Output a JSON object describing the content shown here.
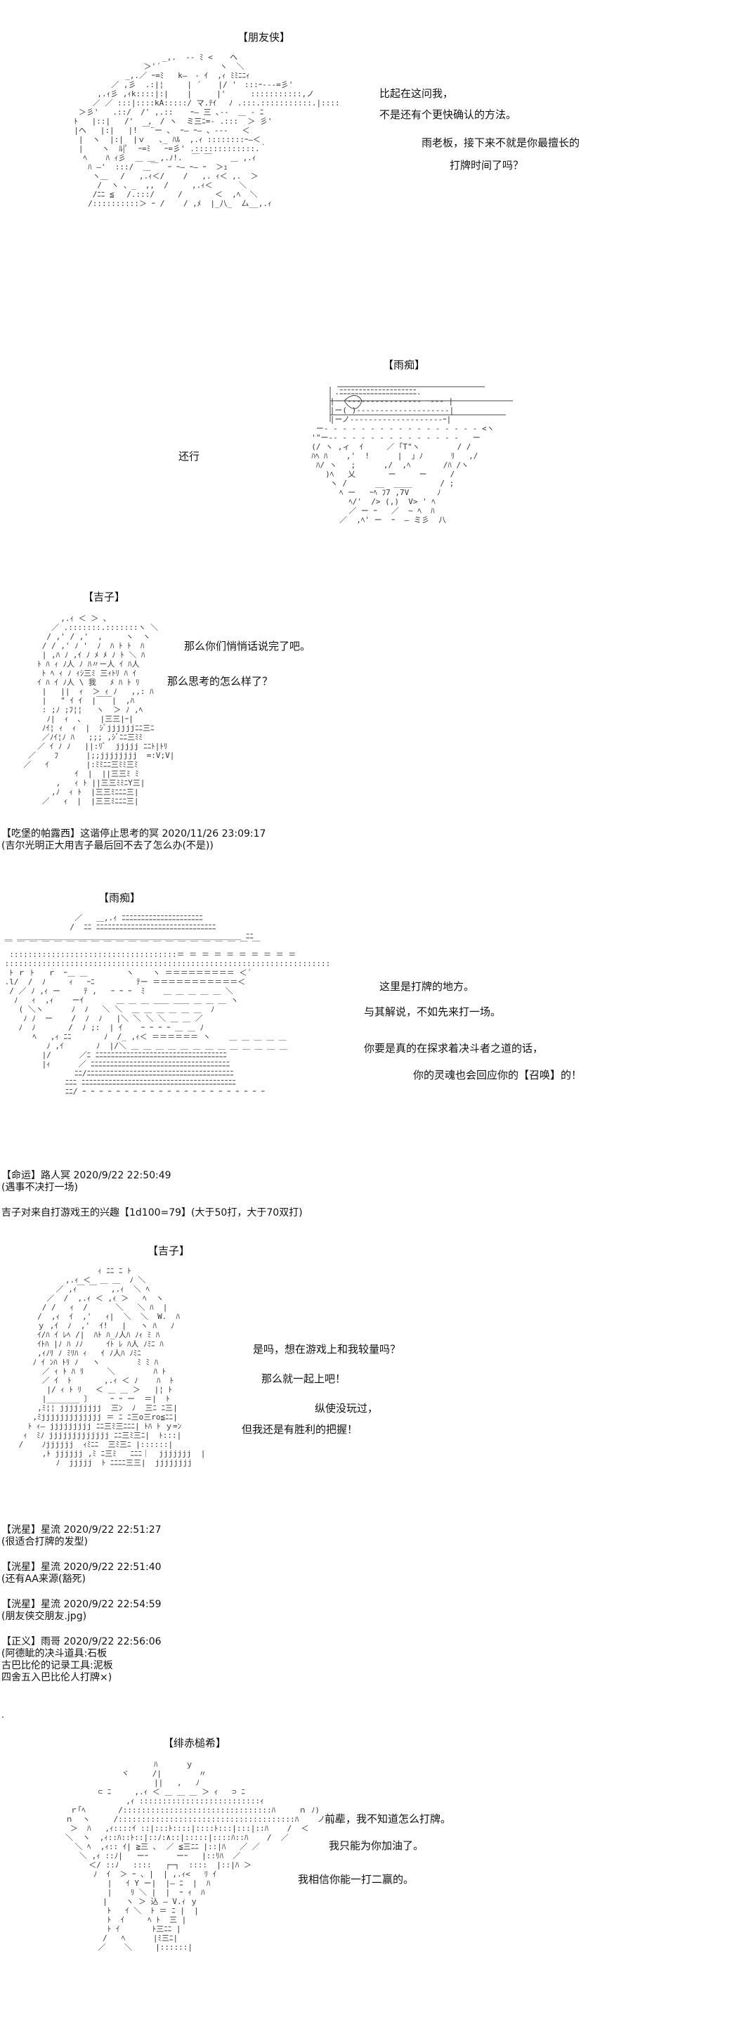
{
  "panels": [
    {
      "name": "【朋友侠】",
      "lines": [
        "比起在这问我，",
        "不是还有个更快确认的方法。",
        "雨老板，接下来不就是你最擅长的",
        "打牌时间了吗？"
      ]
    },
    {
      "name": "【雨痴】",
      "lines": [
        "还行"
      ]
    },
    {
      "name": "【吉子】",
      "lines": [
        "那么你们悄悄话说完了吧。",
        "那么思考的怎么样了？"
      ],
      "log": [
        "【吃堡的帕露西】这谐停止思考的冥 2020/11/26 23:09:17",
        "(吉尔光明正大用吉子最后回不去了怎么办(不是))"
      ]
    },
    {
      "name": "【雨痴】",
      "lines": [
        "这里是打牌的地方。",
        "与其解说，不如先来打一场。",
        "你要是真的在探求着决斗者之道的话，",
        "你的灵魂也会回应你的【召唤】的！"
      ],
      "log": [
        "【命运】路人冥 2020/9/22 22:50:49",
        "(遇事不决打一场)",
        "",
        "吉子对来自打游戏王的兴趣【1d100=79】(大于50打，大于70双打)"
      ]
    },
    {
      "name": "【吉子】",
      "lines": [
        "是吗，想在游戏上和我较量吗？",
        "那么就一起上吧！",
        "纵使没玩过，",
        "但我还是有胜利的把握！"
      ],
      "log": [
        "【洸星】星流 2020/9/22 22:51:27",
        "(很适合打牌的发型)",
        "",
        "【洸星】星流 2020/9/22 22:51:40",
        "(还有AA来源(豁死)",
        "",
        "【洸星】星流 2020/9/22 22:54:59",
        "(朋友侠交朋友.jpg)",
        "",
        "【正义】雨哥 2020/9/22 22:56:06",
        "(阿德眦的决斗道具:石板",
        "古巴比伦的记录工具:泥板",
        "四舍五入巴比伦人打牌×)"
      ]
    },
    {
      "name": "【绯赤槌希】",
      "lines": [
        "前辈，我不知道怎么打牌。",
        "我只能为你加油了。",
        "我相信你能一打二赢的。"
      ]
    }
  ]
}
